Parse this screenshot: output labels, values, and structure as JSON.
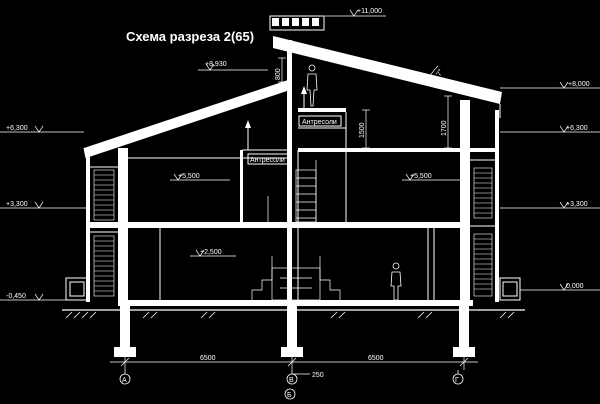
{
  "title": "Схема разреза 2(65)",
  "level_marks": {
    "roof_top": "+11,000",
    "ridge_left": "+8,930",
    "right_8000": "+8,000",
    "left_6300": "+6,300",
    "right_6300": "+6,300",
    "floor2_left": "+5,500",
    "floor2_right": "+5,500",
    "left_3300": "+3,300",
    "right_3300": "+3,300",
    "mezz_ground": "+2,500",
    "left_ground": "-0,450",
    "right_ground": "0,000"
  },
  "room_labels": {
    "mezzanine_upper": "Антресоли",
    "mezzanine_lower": "Антресоли"
  },
  "dims": {
    "h_800": "800",
    "h_1500": "1500",
    "h_1700": "1700",
    "angle": "17°",
    "span_left": "6500",
    "span_right": "6500",
    "offset": "250"
  },
  "axes": {
    "a": "А",
    "v": "В",
    "b": "Б",
    "g": "Г"
  },
  "colors": {
    "background": "#000000",
    "lines": "#ffffff"
  }
}
